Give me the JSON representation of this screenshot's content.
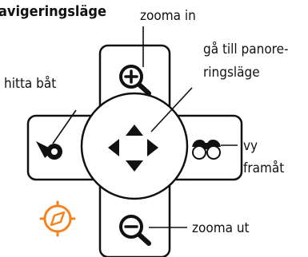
{
  "diagram": {
    "title": "avigeringsläge",
    "labels": {
      "zoom_in": "zooma in",
      "panorama_line1": "gå till panore-",
      "panorama_line2": "ringsläge",
      "find_boat": "hitta båt",
      "view_forward_line1": "vy",
      "view_forward_line2": "framåt",
      "zoom_out": "zooma ut"
    },
    "icons": {
      "top": "zoom-in-magnifier",
      "bottom": "zoom-out-magnifier",
      "left": "find-boat-marker",
      "right": "binoculars",
      "center": "four-arrows-pan",
      "corner": "compass"
    },
    "colors": {
      "stroke": "#111111",
      "compass": "#f58220",
      "background": "#ffffff"
    }
  }
}
